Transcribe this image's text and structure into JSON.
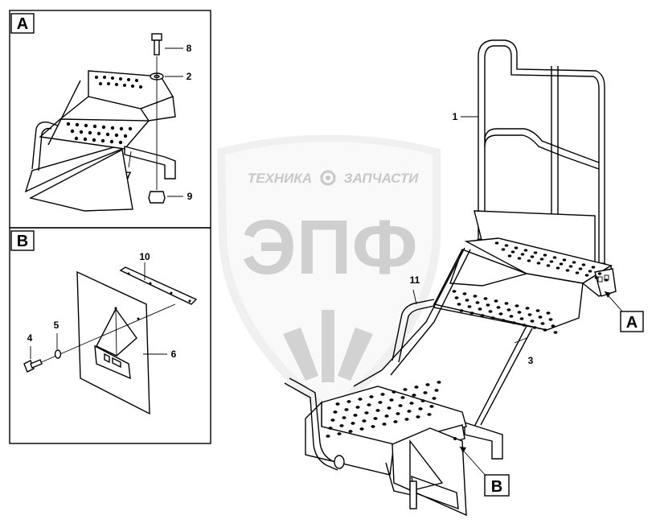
{
  "watermark": {
    "top_text": "ТЕХНИКА",
    "top_text_right": "ЗАПЧАСТИ",
    "big_text": "ЭПФ"
  },
  "insets": {
    "a": {
      "tag": "A",
      "labels": {
        "bolt": "8",
        "washer": "2",
        "bracket": "7",
        "nut": "9"
      }
    },
    "b": {
      "tag": "B",
      "labels": {
        "strip": "10",
        "bolt": "4",
        "washer": "5",
        "mudflap": "6"
      }
    }
  },
  "main": {
    "labels": {
      "handrail": "1",
      "frame": "3",
      "grab_handle": "11"
    },
    "callout_a": "A",
    "callout_b": "B"
  }
}
